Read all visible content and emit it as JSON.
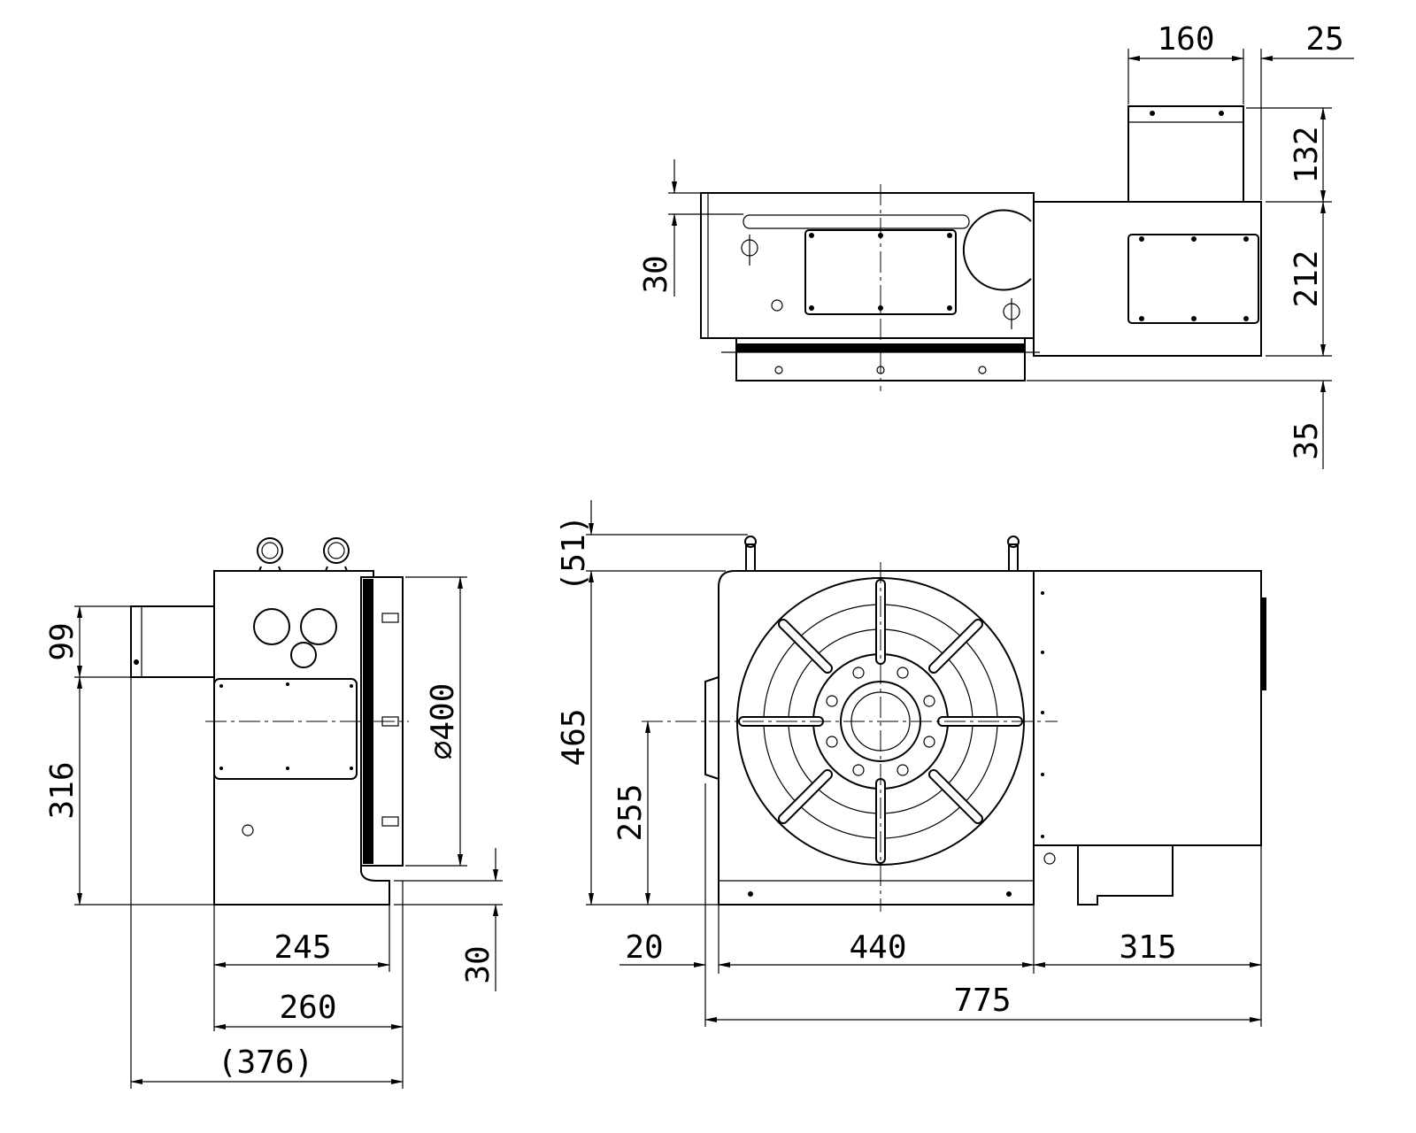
{
  "title": "Rotary table dimension drawing",
  "views": {
    "top": {
      "dims": {
        "width_box": "160",
        "offset_right": "25",
        "box_height": "132",
        "housing_height": "212",
        "base_height": "35",
        "slot_offset": "30"
      }
    },
    "front": {
      "dims": {
        "eyebolt": "(51)",
        "height": "465",
        "center_height": "255",
        "left_offset": "20",
        "body_width": "440",
        "motor_width": "315",
        "overall_width": "775"
      }
    },
    "side": {
      "dims": {
        "tube_height": "99",
        "tube_offset": "316",
        "table_dia": "∅400",
        "body_depth": "245",
        "total_depth": "260",
        "overall_depth": "(376)",
        "base_step": "30"
      }
    }
  }
}
